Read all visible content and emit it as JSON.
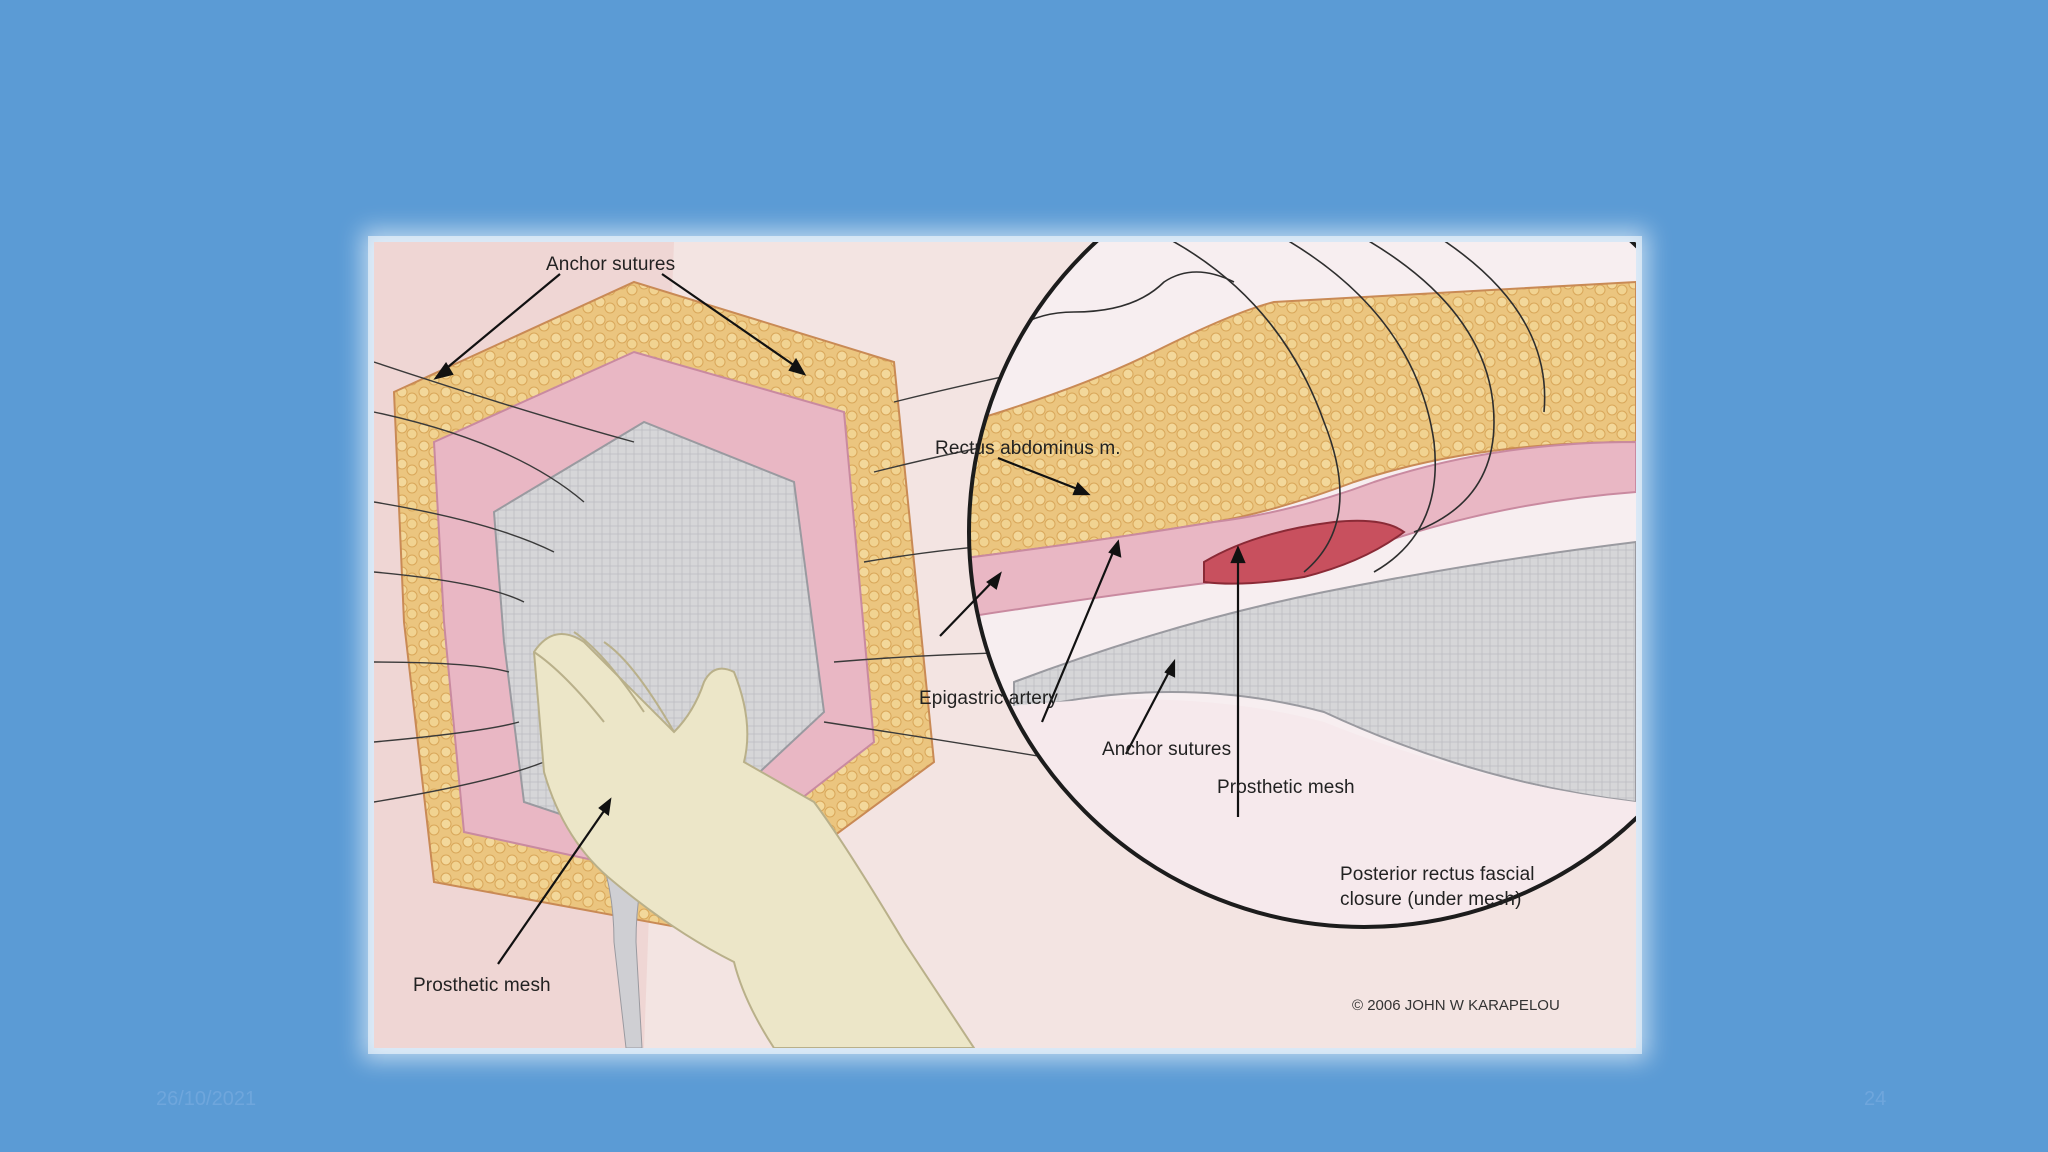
{
  "slide": {
    "footer_date": "26/10/2021",
    "page_number": "24"
  },
  "figure": {
    "labels": {
      "anchor_sutures_top": "Anchor sutures",
      "rectus_abdominus": "Rectus abdominus m.",
      "epigastric_artery": "Epigastric artery",
      "anchor_sutures_inset": "Anchor sutures",
      "prosthetic_mesh_inset": "Prosthetic mesh",
      "posterior_rectus": "Posterior rectus fascial\nclosure (under mesh)",
      "prosthetic_mesh_main": "Prosthetic mesh",
      "copyright": "© 2006 JOHN W KARAPELOU"
    },
    "colors": {
      "background": "#5b9bd5",
      "fat": "#e8c27a",
      "muscle": "#c8505e",
      "fascia": "#e9b7c4",
      "mesh": "#d4d4d6",
      "glove": "#ece6c8"
    }
  }
}
